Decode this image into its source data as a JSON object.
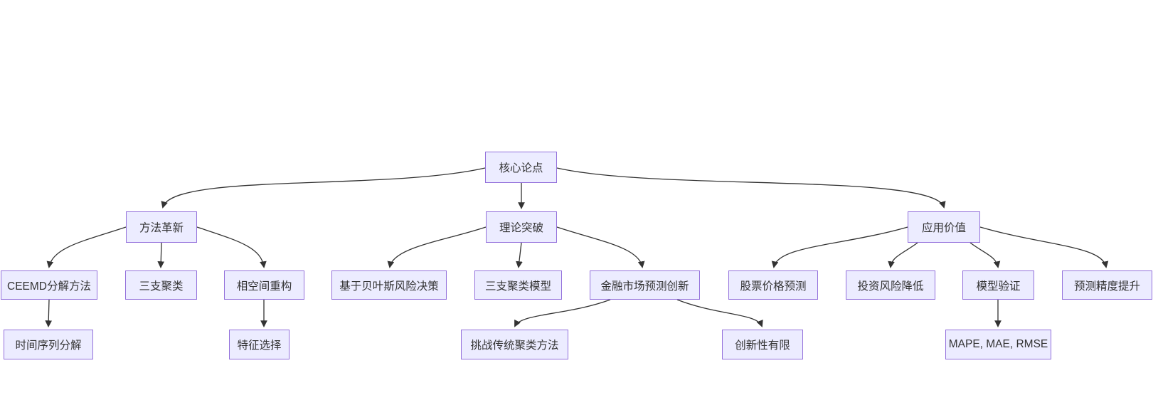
{
  "diagram": {
    "type": "flowchart",
    "direction": "top-down",
    "nodes": {
      "core": {
        "label": "核心论点"
      },
      "method": {
        "label": "方法革新"
      },
      "theory": {
        "label": "理论突破"
      },
      "application": {
        "label": "应用价值"
      },
      "ceemd": {
        "label": "CEEMD分解方法"
      },
      "three_way": {
        "label": "三支聚类"
      },
      "phase_space": {
        "label": "相空间重构"
      },
      "bayes": {
        "label": "基于贝叶斯风险决策"
      },
      "three_way_model": {
        "label": "三支聚类模型"
      },
      "finance_innovation": {
        "label": "金融市场预测创新"
      },
      "stock_prediction": {
        "label": "股票价格预测"
      },
      "risk_reduction": {
        "label": "投资风险降低"
      },
      "model_validation": {
        "label": "模型验证"
      },
      "accuracy_improvement": {
        "label": "预测精度提升"
      },
      "time_series": {
        "label": "时间序列分解"
      },
      "feature_selection": {
        "label": "特征选择"
      },
      "challenge_clustering": {
        "label": "挑战传统聚类方法"
      },
      "limited_innovation": {
        "label": "创新性有限"
      },
      "metrics": {
        "label": "MAPE, MAE, RMSE"
      }
    },
    "edges": [
      {
        "from": "core",
        "to": "method"
      },
      {
        "from": "core",
        "to": "theory"
      },
      {
        "from": "core",
        "to": "application"
      },
      {
        "from": "method",
        "to": "ceemd"
      },
      {
        "from": "method",
        "to": "three_way"
      },
      {
        "from": "method",
        "to": "phase_space"
      },
      {
        "from": "theory",
        "to": "bayes"
      },
      {
        "from": "theory",
        "to": "three_way_model"
      },
      {
        "from": "theory",
        "to": "finance_innovation"
      },
      {
        "from": "application",
        "to": "stock_prediction"
      },
      {
        "from": "application",
        "to": "risk_reduction"
      },
      {
        "from": "application",
        "to": "model_validation"
      },
      {
        "from": "application",
        "to": "accuracy_improvement"
      },
      {
        "from": "ceemd",
        "to": "time_series"
      },
      {
        "from": "phase_space",
        "to": "feature_selection"
      },
      {
        "from": "finance_innovation",
        "to": "challenge_clustering"
      },
      {
        "from": "finance_innovation",
        "to": "limited_innovation"
      },
      {
        "from": "model_validation",
        "to": "metrics"
      }
    ],
    "colors": {
      "node_fill": "#ECECFF",
      "node_border": "#9370DB",
      "text": "#333333",
      "edge": "#333333",
      "background": "#FFFFFF"
    }
  }
}
